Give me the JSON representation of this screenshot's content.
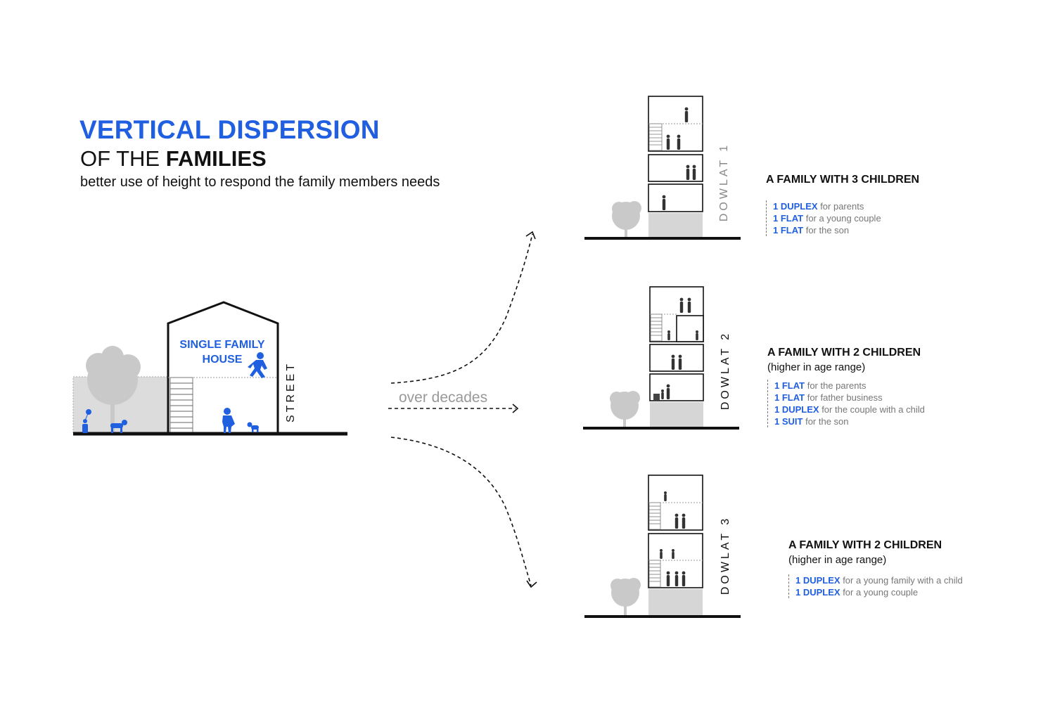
{
  "title": {
    "main": "VERTICAL DISPERSION",
    "sub_prefix": "OF THE ",
    "sub_bold": "FAMILIES",
    "description": "better use of height to respond the family members needs"
  },
  "house": {
    "label_line1": "SINGLE FAMILY",
    "label_line2": "HOUSE",
    "street_label": "STREET"
  },
  "transition_label": "over decades",
  "dowlats": [
    {
      "name": "DOWLAT 1",
      "family_title": "A FAMILY WITH 3 CHILDREN",
      "family_subtitle": "",
      "units": [
        {
          "qty": "1 DUPLEX",
          "text": " for parents"
        },
        {
          "qty": "1 FLAT",
          "text": " for a young couple"
        },
        {
          "qty": "1 FLAT",
          "text": " for the son"
        }
      ]
    },
    {
      "name": "DOWLAT 2",
      "family_title": "A FAMILY WITH 2 CHILDREN",
      "family_subtitle": "(higher in age range)",
      "units": [
        {
          "qty": "1 FLAT",
          "text": " for the parents"
        },
        {
          "qty": "1 FLAT",
          "text": " for father business"
        },
        {
          "qty": "1 DUPLEX",
          "text": " for the couple with a child"
        },
        {
          "qty": "1 SUIT",
          "text": " for the son"
        }
      ]
    },
    {
      "name": "DOWLAT 3",
      "family_title": "A FAMILY WITH 2 CHILDREN",
      "family_subtitle": "(higher in age range)",
      "units": [
        {
          "qty": "1 DUPLEX",
          "text": " for a young  family with a child"
        },
        {
          "qty": "1 DUPLEX",
          "text": " for a young couple"
        }
      ]
    }
  ],
  "colors": {
    "accent": "#1f5fe0",
    "ink": "#111111",
    "muted": "#777777",
    "tree": "#c8c8c8",
    "wall": "#d9d9d9"
  }
}
